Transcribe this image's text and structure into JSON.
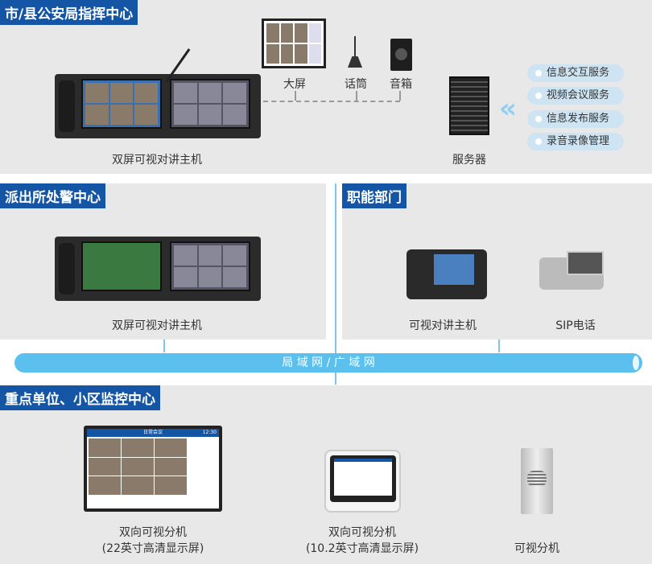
{
  "sections": {
    "city": {
      "title": "市/县公安局指挥中心",
      "console_label": "双屏可视对讲主机",
      "big_screen": "大屏",
      "microphone": "话筒",
      "speaker": "音箱",
      "server": "服务器",
      "services": [
        "信息交互服务",
        "视频会议服务",
        "信息发布服务",
        "录音录像管理"
      ]
    },
    "station": {
      "title": "派出所处警中心",
      "console_label": "双屏可视对讲主机"
    },
    "dept": {
      "title": "职能部门",
      "host_label": "可视对讲主机",
      "sip_label": "SIP电话"
    },
    "network": {
      "label": "局 域 网 / 广 域 网"
    },
    "monitor": {
      "title": "重点单位、小区监控中心",
      "devices": [
        {
          "name": "双向可视分机",
          "spec": "(22英寸高清显示屏)",
          "screen_title": "日常会议",
          "screen_time": "12:30"
        },
        {
          "name": "双向可视分机",
          "spec": "(10.2英寸高清显示屏)"
        },
        {
          "name": "可视分机"
        }
      ]
    }
  },
  "colors": {
    "title_bg": "#1455a6",
    "network": "#5bc0ee",
    "panel": "#e8e8e8"
  }
}
